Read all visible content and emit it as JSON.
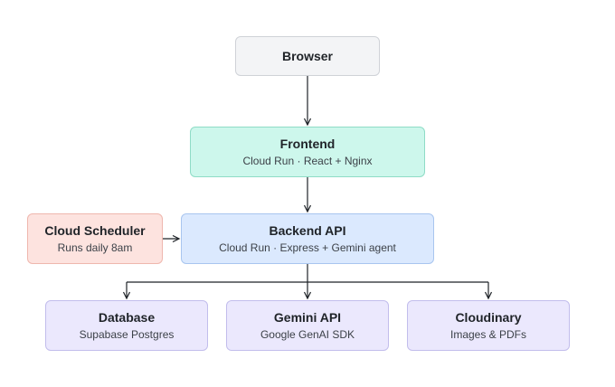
{
  "nodes": {
    "browser": {
      "title": "Browser"
    },
    "frontend": {
      "title": "Frontend",
      "subtitle": "Cloud Run · React + Nginx"
    },
    "backend": {
      "title": "Backend API",
      "subtitle": "Cloud Run · Express + Gemini agent"
    },
    "scheduler": {
      "title": "Cloud Scheduler",
      "subtitle": "Runs daily 8am"
    },
    "database": {
      "title": "Database",
      "subtitle": "Supabase Postgres"
    },
    "gemini": {
      "title": "Gemini API",
      "subtitle": "Google GenAI SDK"
    },
    "cloudinary": {
      "title": "Cloudinary",
      "subtitle": "Images & PDFs"
    }
  },
  "edges": [
    {
      "from": "browser",
      "to": "frontend"
    },
    {
      "from": "frontend",
      "to": "backend"
    },
    {
      "from": "scheduler",
      "to": "backend"
    },
    {
      "from": "backend",
      "to": "database"
    },
    {
      "from": "backend",
      "to": "gemini"
    },
    {
      "from": "backend",
      "to": "cloudinary"
    }
  ],
  "colors": {
    "edge": "#1f2328",
    "neutral_fill": "#f3f4f6",
    "frontend_fill": "#cdf7ec",
    "backend_fill": "#dbe9fe",
    "scheduler_fill": "#fde3df",
    "service_fill": "#ebe8fd"
  }
}
